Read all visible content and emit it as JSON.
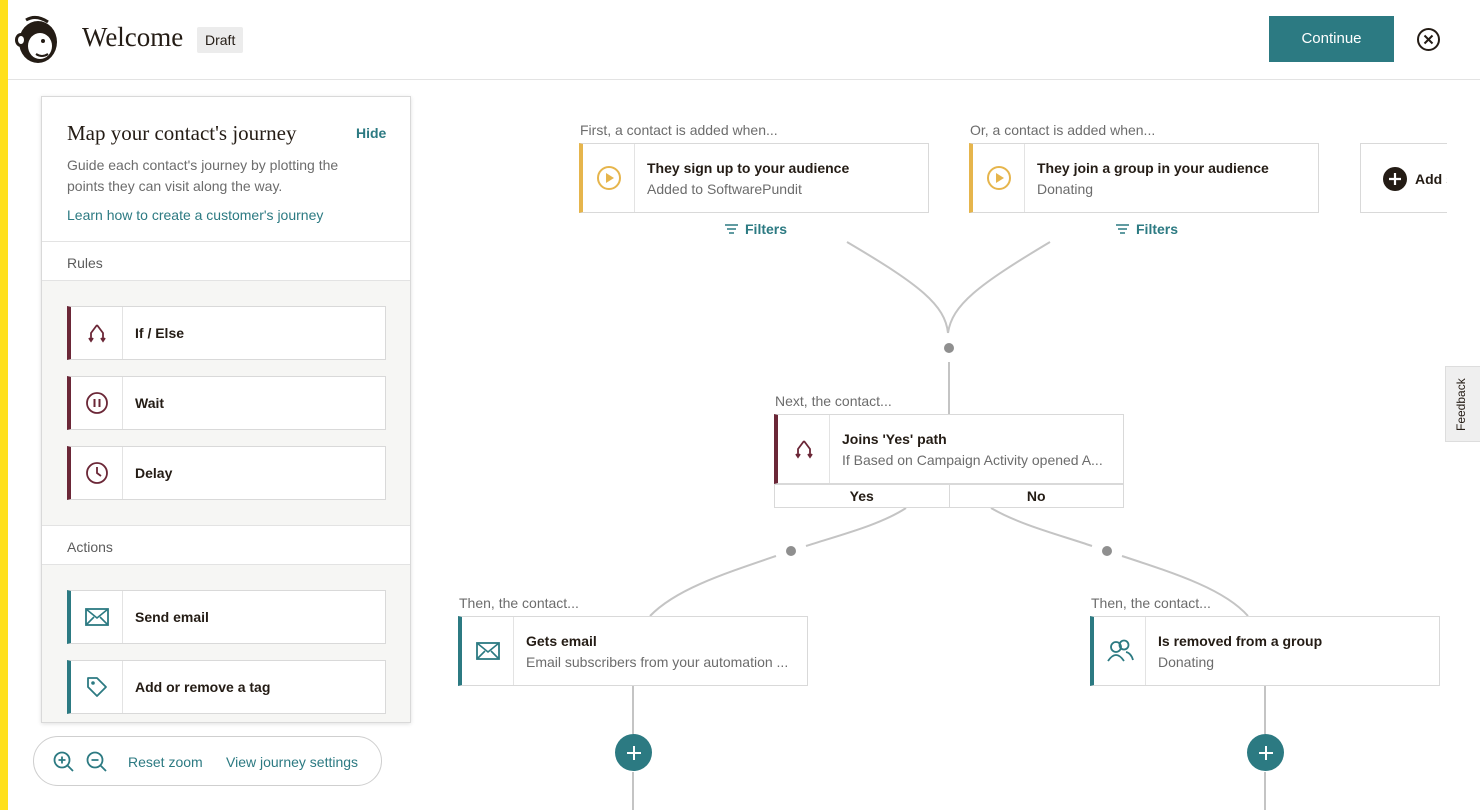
{
  "header": {
    "title": "Welcome",
    "badge": "Draft",
    "continue_label": "Continue"
  },
  "panel": {
    "title": "Map your contact's journey",
    "hide_label": "Hide",
    "description": "Guide each contact's journey by plotting the points they can visit along the way.",
    "learn_link": "Learn how to create a customer's journey",
    "rules_heading": "Rules",
    "rules": [
      {
        "label": "If / Else",
        "icon": "branch-icon"
      },
      {
        "label": "Wait",
        "icon": "pause-icon"
      },
      {
        "label": "Delay",
        "icon": "clock-icon"
      }
    ],
    "actions_heading": "Actions",
    "actions": [
      {
        "label": "Send email",
        "icon": "envelope-icon"
      },
      {
        "label": "Add or remove a tag",
        "icon": "tag-icon"
      }
    ]
  },
  "zoom": {
    "reset_label": "Reset zoom",
    "settings_label": "View journey settings"
  },
  "flow": {
    "trigger1": {
      "caption": "First, a contact is added when...",
      "title": "They sign up to your audience",
      "subtitle": "Added to SoftwarePundit",
      "filters": "Filters"
    },
    "trigger2": {
      "caption": "Or, a contact is added when...",
      "title": "They join a group in your audience",
      "subtitle": "Donating",
      "filters": "Filters"
    },
    "add_starting_point": "Add starting point",
    "rule": {
      "caption": "Next, the contact...",
      "title": "Joins 'Yes' path",
      "subtitle": "If Based on Campaign Activity opened A...",
      "yes": "Yes",
      "no": "No"
    },
    "action_left": {
      "caption": "Then, the contact...",
      "title": "Gets email",
      "subtitle": "Email subscribers from your automation ..."
    },
    "action_right": {
      "caption": "Then, the contact...",
      "title": "Is removed from a group",
      "subtitle": "Donating"
    }
  },
  "feedback_label": "Feedback",
  "colors": {
    "accent": "#2c7a82",
    "rule": "#6b2737",
    "trigger": "#e6b54c",
    "brand_yellow": "#ffe01b"
  }
}
